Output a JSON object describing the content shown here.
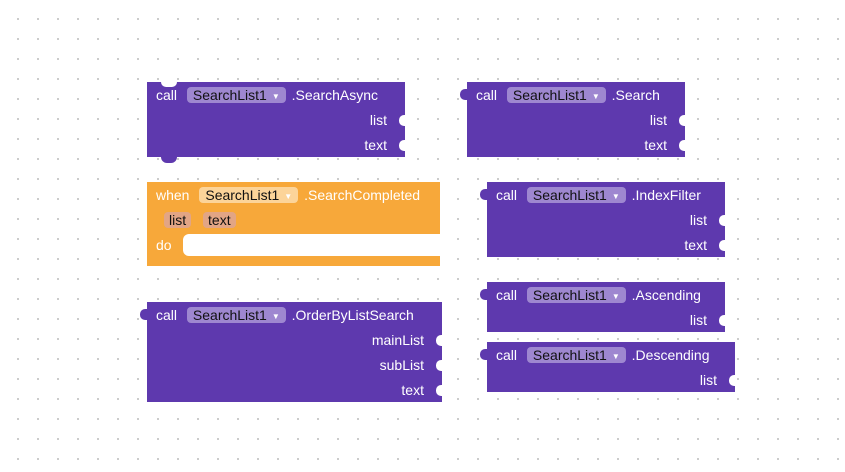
{
  "blocks": {
    "search_async": {
      "keyword": "call",
      "component": "SearchList1",
      "method": ".SearchAsync",
      "params": [
        "list",
        "text"
      ]
    },
    "search": {
      "keyword": "call",
      "component": "SearchList1",
      "method": ".Search",
      "params": [
        "list",
        "text"
      ]
    },
    "search_completed": {
      "keyword": "when",
      "component": "SearchList1",
      "event": ".SearchCompleted",
      "event_params": [
        "list",
        "text"
      ],
      "do_label": "do"
    },
    "index_filter": {
      "keyword": "call",
      "component": "SearchList1",
      "method": ".IndexFilter",
      "params": [
        "list",
        "text"
      ]
    },
    "order_by_list_search": {
      "keyword": "call",
      "component": "SearchList1",
      "method": ".OrderByListSearch",
      "params": [
        "mainList",
        "subList",
        "text"
      ]
    },
    "ascending": {
      "keyword": "call",
      "component": "SearchList1",
      "method": ".Ascending",
      "params": [
        "list"
      ]
    },
    "descending": {
      "keyword": "call",
      "component": "SearchList1",
      "method": ".Descending",
      "params": [
        "list"
      ]
    }
  },
  "colors": {
    "procedure_block": "#5e39ae",
    "event_block": "#f7a83a",
    "dropdown_procedure": "#9e87d0",
    "dropdown_event": "#fcd499",
    "param_chip": "#e2a585"
  }
}
